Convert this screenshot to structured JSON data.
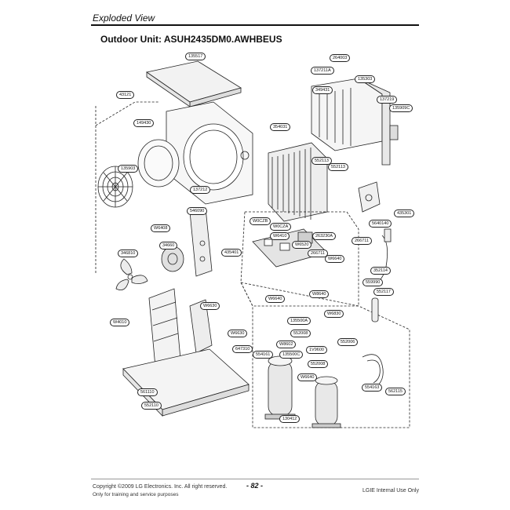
{
  "header": {
    "section": "Exploded View"
  },
  "unit_title": "Outdoor Unit: ASUH2435DM0.AWHBEUS",
  "parts": [
    {
      "key": "p1",
      "label": "135517"
    },
    {
      "key": "p2",
      "label": "264003"
    },
    {
      "key": "p3",
      "label": "137211A"
    },
    {
      "key": "p4",
      "label": "135303"
    },
    {
      "key": "p5",
      "label": "43121"
    },
    {
      "key": "p6",
      "label": "349431"
    },
    {
      "key": "p7",
      "label": "137219"
    },
    {
      "key": "p8",
      "label": "135909C"
    },
    {
      "key": "p9",
      "label": "149430"
    },
    {
      "key": "p10",
      "label": "354031"
    },
    {
      "key": "p11",
      "label": "137212"
    },
    {
      "key": "p12",
      "label": "552113"
    },
    {
      "key": "p13",
      "label": "552113"
    },
    {
      "key": "p14",
      "label": "W6408"
    },
    {
      "key": "p15",
      "label": "34660"
    },
    {
      "key": "p16",
      "label": "546090"
    },
    {
      "key": "p17",
      "label": "W0CZB"
    },
    {
      "key": "p18",
      "label": "W0CZA"
    },
    {
      "key": "p19",
      "label": "435301"
    },
    {
      "key": "p20",
      "label": "263230A"
    },
    {
      "key": "p21",
      "label": "W6410"
    },
    {
      "key": "p22",
      "label": "346810"
    },
    {
      "key": "p23",
      "label": "W6520"
    },
    {
      "key": "p24",
      "label": "266711"
    },
    {
      "key": "p25",
      "label": "W6640"
    },
    {
      "key": "p26",
      "label": "435401"
    },
    {
      "key": "p27",
      "label": "W8640"
    },
    {
      "key": "p28",
      "label": "266711"
    },
    {
      "key": "p29",
      "label": "352114"
    },
    {
      "key": "p30",
      "label": "5640140"
    },
    {
      "key": "p31",
      "label": "559990"
    },
    {
      "key": "p32",
      "label": "W6640"
    },
    {
      "key": "p33",
      "label": "552117"
    },
    {
      "key": "p34",
      "label": "W6830"
    },
    {
      "key": "p35",
      "label": "W6630"
    },
    {
      "key": "p36",
      "label": "W4010"
    },
    {
      "key": "p37",
      "label": "135500A"
    },
    {
      "key": "p38",
      "label": "W6630"
    },
    {
      "key": "p39",
      "label": "647310"
    },
    {
      "key": "p40",
      "label": "552006"
    },
    {
      "key": "p41",
      "label": "552008"
    },
    {
      "key": "p42",
      "label": "W8602"
    },
    {
      "key": "p43",
      "label": "1V9600"
    },
    {
      "key": "p44",
      "label": "135500C"
    },
    {
      "key": "p45",
      "label": "552008"
    },
    {
      "key": "p46",
      "label": "554161"
    },
    {
      "key": "p47",
      "label": "W6640"
    },
    {
      "key": "p48",
      "label": "554163"
    },
    {
      "key": "p49",
      "label": "562115"
    },
    {
      "key": "p50",
      "label": "561110"
    },
    {
      "key": "p51",
      "label": "130412"
    },
    {
      "key": "p52",
      "label": "552110"
    },
    {
      "key": "p53",
      "label": "135903"
    }
  ],
  "footer": {
    "copyright": "Copyright ©2009 LG Electronics. Inc. All right reserved.",
    "training": "Only for training and service purposes",
    "page_number": "- 82 -",
    "internal": "LGIE Internal Use Only"
  }
}
